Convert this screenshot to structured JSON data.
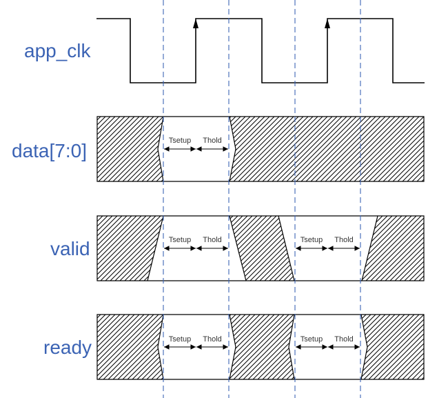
{
  "signals": [
    {
      "id": "app_clk",
      "label": "app_clk"
    },
    {
      "id": "data",
      "label": "data[7:0]"
    },
    {
      "id": "valid",
      "label": "valid"
    },
    {
      "id": "ready",
      "label": "ready"
    }
  ],
  "annotations": {
    "setup": "Tsetup",
    "hold": "Thold"
  },
  "colors": {
    "label": "#3b63b4",
    "guide": "#3b63b4",
    "line": "#000000"
  }
}
